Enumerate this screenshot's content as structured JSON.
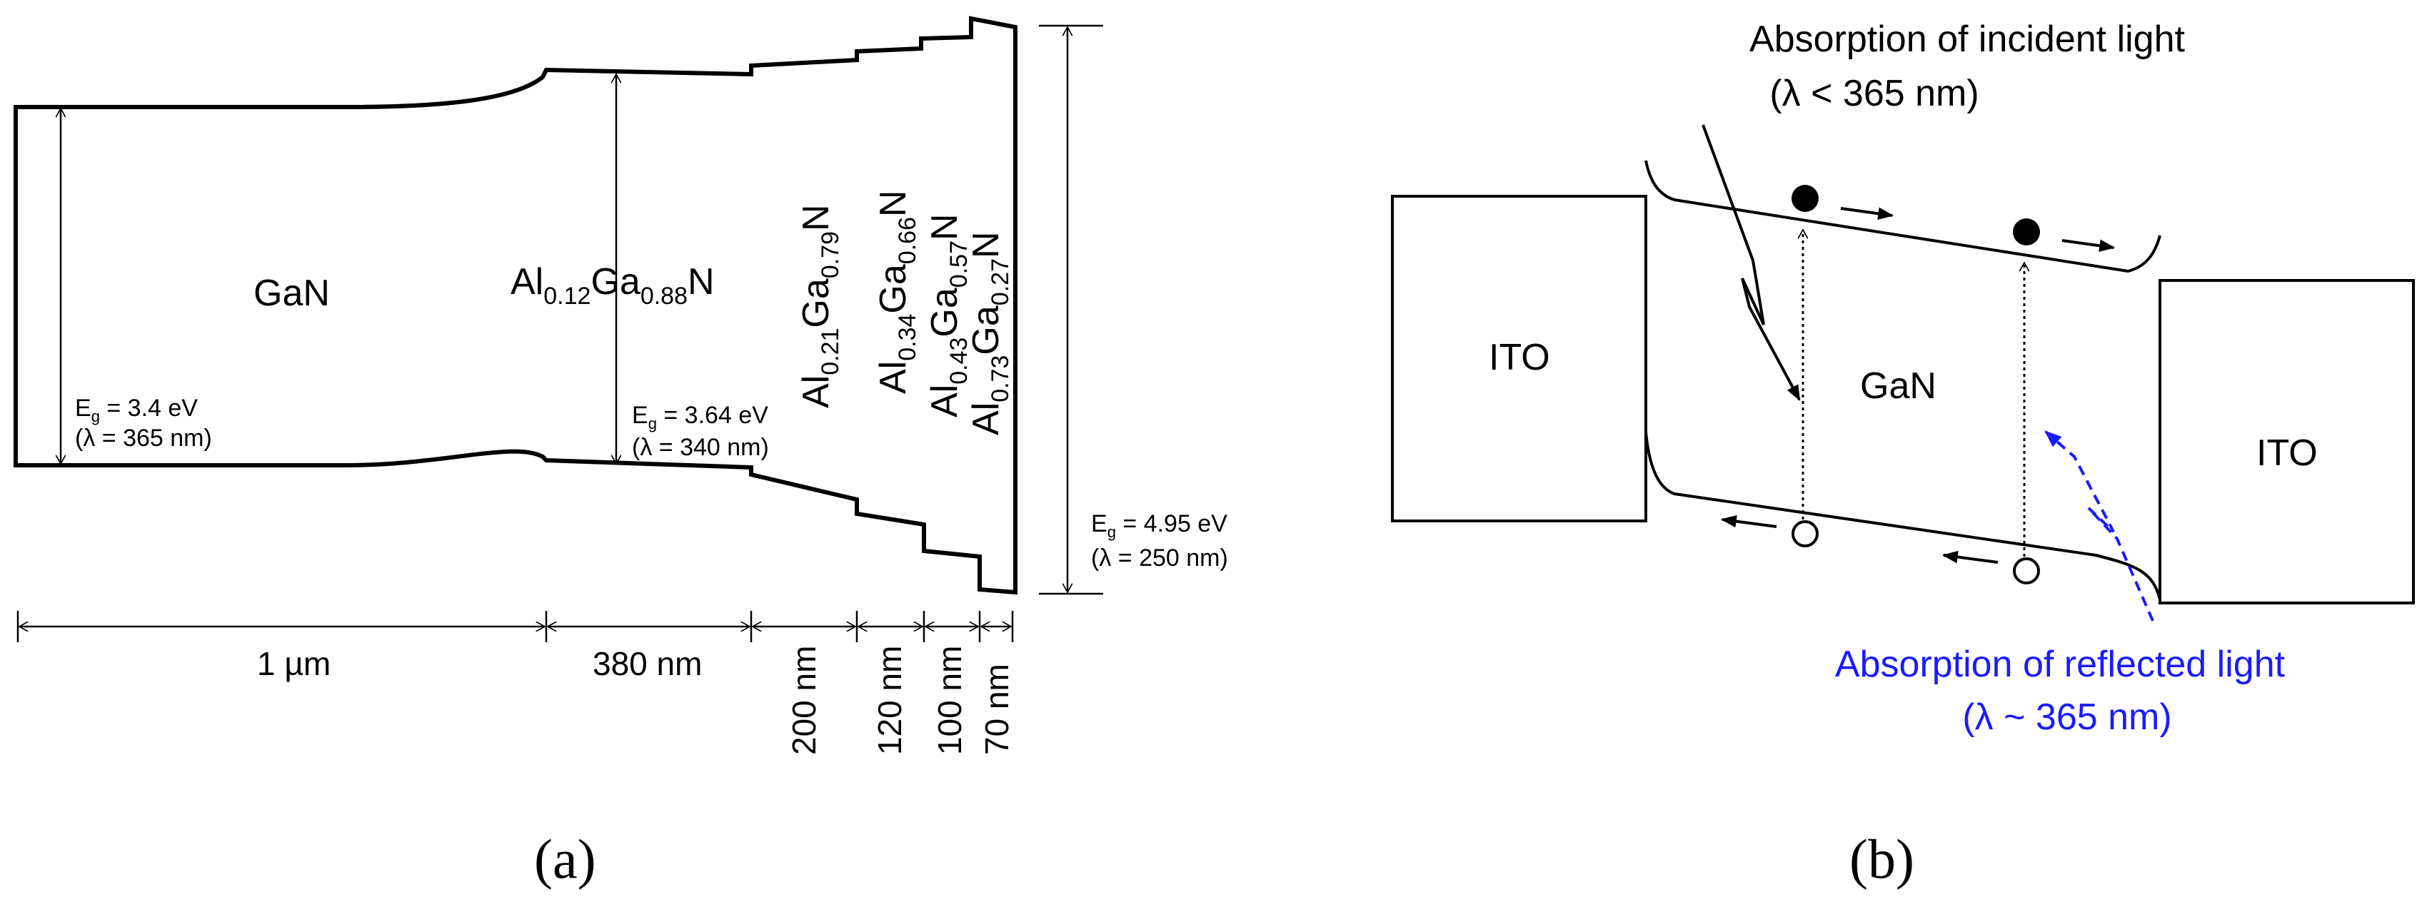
{
  "panel_a": {
    "caption": "(a)",
    "layers": {
      "gan": "GaN",
      "al012": {
        "el1": "Al",
        "s1": "0.12",
        "el2": "Ga",
        "s2": "0.88",
        "el3": "N"
      },
      "al021": {
        "el1": "Al",
        "s1": "0.21",
        "el2": "Ga",
        "s2": "0.79",
        "el3": "N"
      },
      "al034": {
        "el1": "Al",
        "s1": "0.34",
        "el2": "Ga",
        "s2": "0.66",
        "el3": "N"
      },
      "al043": {
        "el1": "Al",
        "s1": "0.43",
        "el2": "Ga",
        "s2": "0.57",
        "el3": "N"
      },
      "al073": {
        "el1": "Al",
        "s1": "0.73",
        "el2": "Ga",
        "s2": "0.27",
        "el3": "N"
      }
    },
    "bandgaps": {
      "gan": {
        "e": "E",
        "sub": "g",
        "val": " = 3.4 eV",
        "lambda": "(λ = 365 nm)"
      },
      "al012": {
        "e": "E",
        "sub": "g",
        "val": " = 3.64 eV",
        "lambda": "(λ = 340 nm)"
      },
      "al073": {
        "e": "E",
        "sub": "g",
        "val": " = 4.95 eV",
        "lambda": "(λ = 250 nm)"
      }
    },
    "thickness": {
      "t1": "1 µm",
      "t2": "380 nm",
      "t3": "200 nm",
      "t4": "120 nm",
      "t5": "100 nm",
      "t6": "70 nm"
    }
  },
  "panel_b": {
    "caption": "(b)",
    "ito_left": "ITO",
    "ito_right": "ITO",
    "gan": "GaN",
    "incident_line1": "Absorption of incident light",
    "incident_line2": "(λ < 365 nm)",
    "reflected_line1": "Absorption of reflected light",
    "reflected_line2": "(λ ~ 365 nm)"
  },
  "colors": {
    "line": "#000000",
    "accent": "#1a1aff"
  }
}
